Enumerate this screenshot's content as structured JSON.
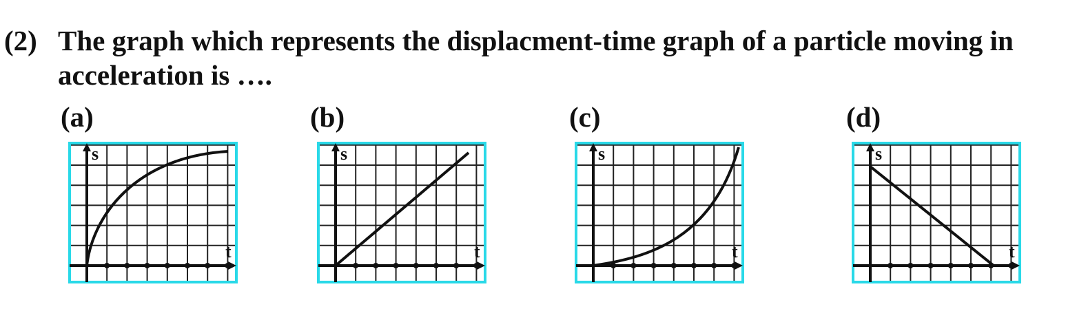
{
  "question": {
    "number": "(2)",
    "line1": "The graph which represents the displacment-time graph of a particle moving in",
    "line2": "acceleration is …."
  },
  "options": [
    {
      "label": "(a)",
      "curve": "concave-down rise (decreasing slope)"
    },
    {
      "label": "(b)",
      "curve": "straight line through origin"
    },
    {
      "label": "(c)",
      "curve": "concave-up rise (increasing slope)"
    },
    {
      "label": "(d)",
      "curve": "straight line decreasing"
    }
  ],
  "axes": {
    "y_label": "s",
    "x_label": "t"
  },
  "colors": {
    "frame": "#29d9e8",
    "grid": "#222222",
    "curve": "#111111"
  }
}
